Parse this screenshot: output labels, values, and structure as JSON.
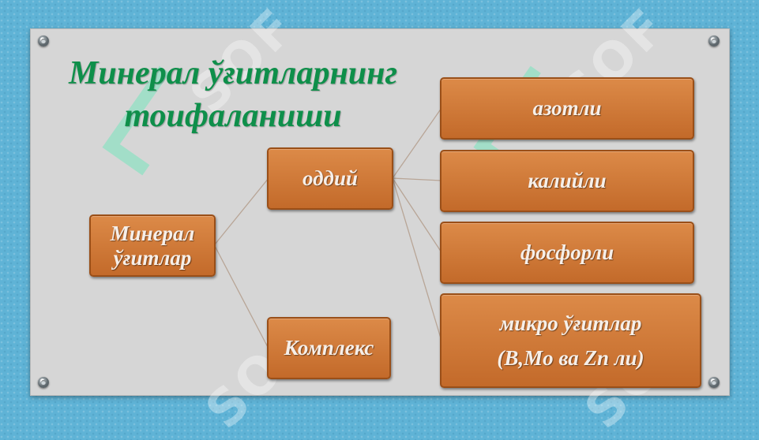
{
  "title": {
    "line1": "Минерал ўғитларнинг",
    "line2": "тоифаланиши"
  },
  "root": {
    "line1": "Минерал",
    "line2": "ўғитлар"
  },
  "level1": {
    "simple": "оддий",
    "complex": "Комплекс"
  },
  "level2": [
    {
      "line1": "азотли"
    },
    {
      "line1": "калийли"
    },
    {
      "line1": "фосфорли"
    },
    {
      "line1": "микро ўғитлар",
      "line2": "(B,Mo ва Zn ли)"
    }
  ],
  "watermark": "SOF",
  "colors": {
    "title": "#0e8f4a",
    "box": "#cf7a38",
    "panel": "#d6d6d6",
    "background": "#5fb3d6"
  }
}
